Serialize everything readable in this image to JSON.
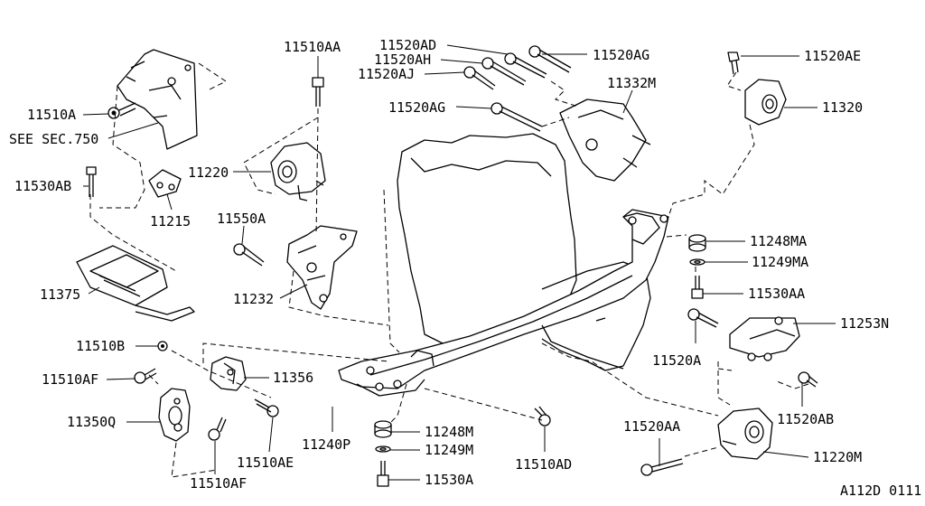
{
  "diagram_id": "A112D 0111",
  "callouts": {
    "c11510A": "11510A",
    "see_sec": "SEE SEC.750",
    "c11530AB": "11530AB",
    "c11215": "11215",
    "c11375": "11375",
    "c11510AA": "11510AA",
    "c11220": "11220",
    "c11550A": "11550A",
    "c11232": "11232",
    "c11520AD": "11520AD",
    "c11520AH": "11520AH",
    "c11520AJ": "11520AJ",
    "c11520AG_a": "11520AG",
    "c11520AG_b": "11520AG",
    "c11332M": "11332M",
    "c11520AE": "11520AE",
    "c11320": "11320",
    "c11248MA": "11248MA",
    "c11249MA": "11249MA",
    "c11530AA": "11530AA",
    "c11253N": "11253N",
    "c11520A": "11520A",
    "c11520AB": "11520AB",
    "c11520AA": "11520AA",
    "c11220M": "11220M",
    "c11510B": "11510B",
    "c11510AF_a": "11510AF",
    "c11510AF_b": "11510AF",
    "c11356": "11356",
    "c11350Q": "11350Q",
    "c11510AE": "11510AE",
    "c11240P": "11240P",
    "c11248M": "11248M",
    "c11249M": "11249M",
    "c11530A": "11530A",
    "c11510AD": "11510AD"
  }
}
